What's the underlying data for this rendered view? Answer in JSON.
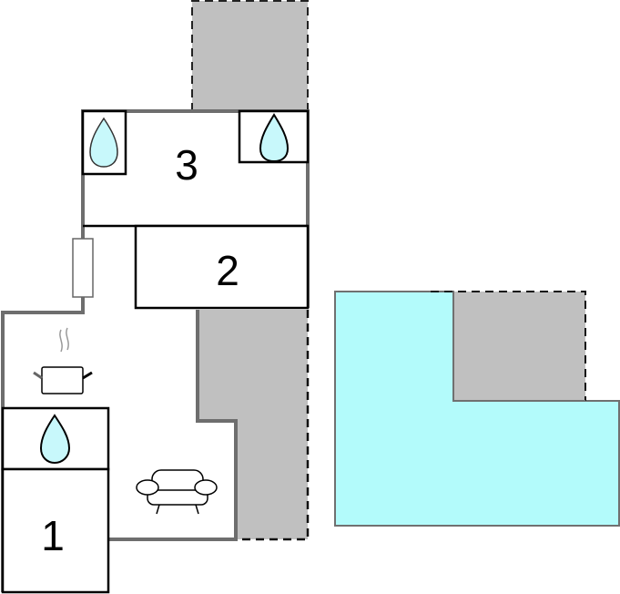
{
  "rooms": [
    {
      "label": "1"
    },
    {
      "label": "2"
    },
    {
      "label": "3"
    }
  ],
  "icons": [
    "bathroom-drop-icon",
    "kitchen-pot-icon",
    "living-sofa-icon",
    "window-icon"
  ],
  "colors": {
    "terrace": "#c0c0c0",
    "pool": "#b3fbfb",
    "water_drop": "#c8f8fb",
    "wall": "#6e6e6e"
  }
}
